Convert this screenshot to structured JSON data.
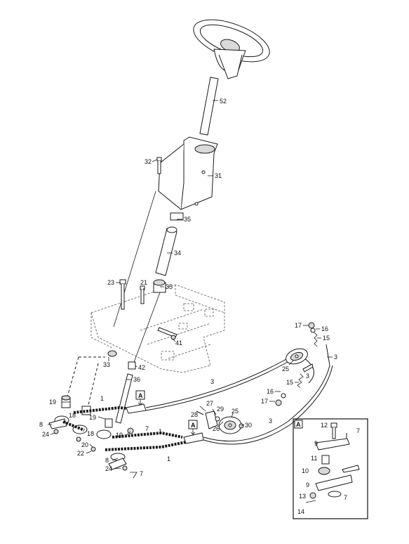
{
  "callouts": [
    {
      "id": "c52",
      "text": "52"
    },
    {
      "id": "c32",
      "text": "32"
    },
    {
      "id": "c31",
      "text": "31"
    },
    {
      "id": "c35a",
      "text": "35"
    },
    {
      "id": "c34",
      "text": "34"
    },
    {
      "id": "c35b",
      "text": "35"
    },
    {
      "id": "c23",
      "text": "23"
    },
    {
      "id": "c21",
      "text": "21"
    },
    {
      "id": "c41",
      "text": "41"
    },
    {
      "id": "c33",
      "text": "33"
    },
    {
      "id": "c42",
      "text": "42"
    },
    {
      "id": "c36",
      "text": "36"
    },
    {
      "id": "c17a",
      "text": "17"
    },
    {
      "id": "c16a",
      "text": "16"
    },
    {
      "id": "c15a",
      "text": "15"
    },
    {
      "id": "c3a",
      "text": "3"
    },
    {
      "id": "c25a",
      "text": "25"
    },
    {
      "id": "c3b",
      "text": "3"
    },
    {
      "id": "c15b",
      "text": "15"
    },
    {
      "id": "c3c",
      "text": "3"
    },
    {
      "id": "c16b",
      "text": "16"
    },
    {
      "id": "c17b",
      "text": "17"
    },
    {
      "id": "c27",
      "text": "27"
    },
    {
      "id": "c28",
      "text": "28"
    },
    {
      "id": "c29",
      "text": "29"
    },
    {
      "id": "c25b",
      "text": "25"
    },
    {
      "id": "c26",
      "text": "26"
    },
    {
      "id": "c30",
      "text": "30"
    },
    {
      "id": "c3d",
      "text": "3"
    },
    {
      "id": "c19a",
      "text": "19"
    },
    {
      "id": "c1a",
      "text": "1"
    },
    {
      "id": "c18a",
      "text": "18"
    },
    {
      "id": "c8a",
      "text": "8"
    },
    {
      "id": "c24a",
      "text": "24"
    },
    {
      "id": "c19b",
      "text": "19"
    },
    {
      "id": "c18b",
      "text": "18"
    },
    {
      "id": "c20",
      "text": "20"
    },
    {
      "id": "c22",
      "text": "22"
    },
    {
      "id": "c19c",
      "text": "19"
    },
    {
      "id": "c7a",
      "text": "7"
    },
    {
      "id": "c1b",
      "text": "1"
    },
    {
      "id": "c1c",
      "text": "1"
    },
    {
      "id": "c8b",
      "text": "8"
    },
    {
      "id": "c24b",
      "text": "24"
    },
    {
      "id": "c7b",
      "text": "7"
    },
    {
      "id": "c12",
      "text": "12"
    },
    {
      "id": "c7c",
      "text": "7"
    },
    {
      "id": "c9a",
      "text": "9"
    },
    {
      "id": "c11",
      "text": "11"
    },
    {
      "id": "c10",
      "text": "10"
    },
    {
      "id": "c9b",
      "text": "9"
    },
    {
      "id": "c13",
      "text": "13"
    },
    {
      "id": "c7d",
      "text": "7"
    },
    {
      "id": "c14",
      "text": "14"
    }
  ],
  "detail_tags": {
    "tag1": "A",
    "tag2": "A",
    "detail_box": "A"
  }
}
